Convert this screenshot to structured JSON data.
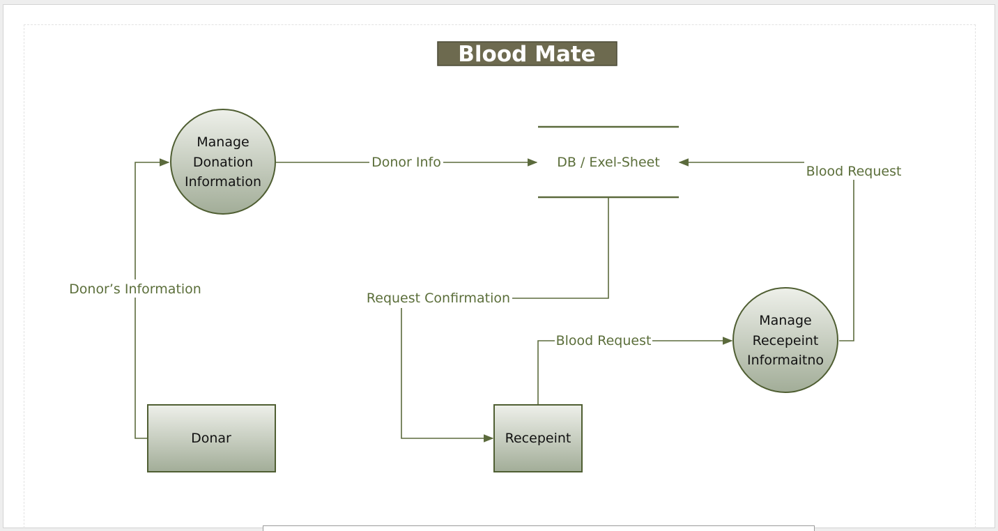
{
  "diagram": {
    "title": "Blood Mate",
    "processes": {
      "manage_donation": [
        "Manage",
        "Donation",
        "Information"
      ],
      "manage_recepeint": [
        "Manage",
        "Recepeint",
        "Informaitno"
      ]
    },
    "entities": {
      "donar": "Donar",
      "recepeint": "Recepeint"
    },
    "data_store": "DB / Exel-Sheet",
    "flows": {
      "donor_info": "Donor Info",
      "donors_information": "Donor’s Information",
      "blood_request_to_store": "Blood Request",
      "request_confirmation": "Request Confirmation",
      "blood_request_to_process": "Blood Request"
    },
    "colors": {
      "title_bg": "#6d6a4f",
      "stroke": "#4f5e32",
      "flow_label": "#5b6e3a",
      "shape_fill_top": "#eef0ea",
      "shape_fill_bottom": "#a2ad98"
    }
  }
}
